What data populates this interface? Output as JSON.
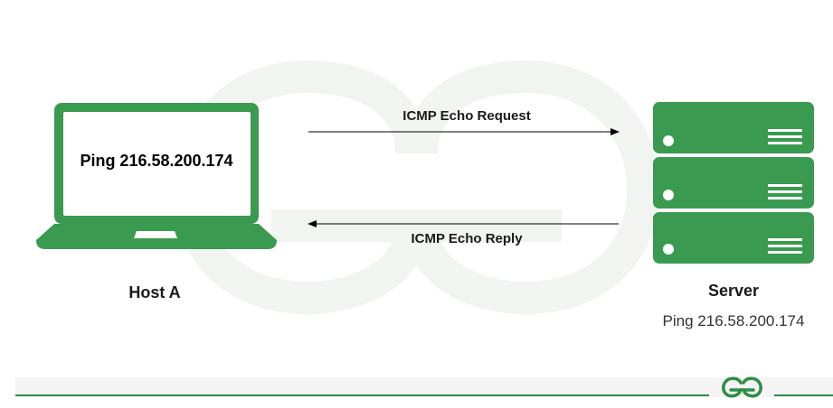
{
  "host": {
    "screen_text": "Ping 216.58.200.174",
    "label": "Host A"
  },
  "server": {
    "label": "Server",
    "sublabel": "Ping 216.58.200.174"
  },
  "arrows": {
    "request_label": "ICMP Echo Request",
    "reply_label": "ICMP Echo Reply"
  },
  "colors": {
    "brand_green": "#2f8d46",
    "device_green": "#3a9a4f",
    "footer_line": "#2f8d46",
    "watermark": "#eef3ee"
  },
  "footer": {
    "logo_icon": "geeksforgeeks-logo-icon"
  }
}
